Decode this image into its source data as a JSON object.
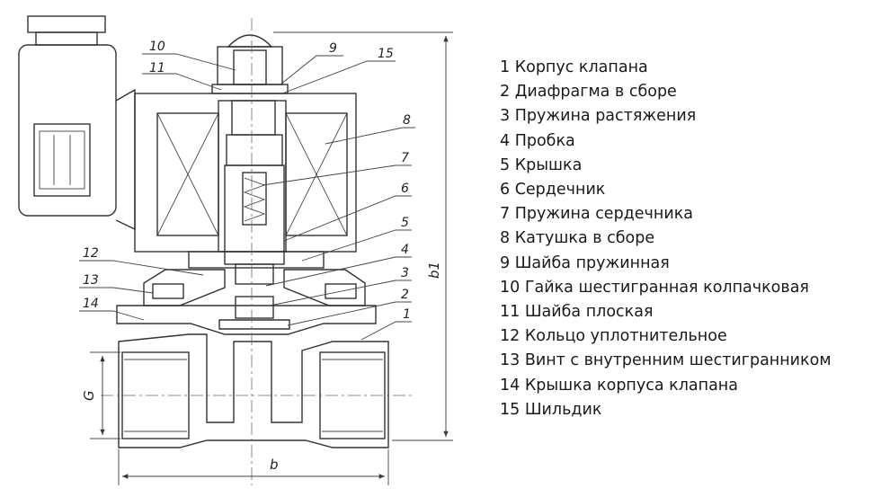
{
  "legend": [
    "1 Корпус клапана",
    "2 Диафрагма в сборе",
    "3 Пружина растяжения",
    "4 Пробка",
    "5 Крышка",
    "6 Сердечник",
    "7 Пружина сердечника",
    "8 Катушка в сборе",
    "9 Шайба пружинная",
    "10 Гайка шестигранная колпачковая",
    "11 Шайба плоская",
    "12 Кольцо уплотнительное",
    "13 Винт с внутренним шестигранником",
    "14 Крышка корпуса клапана",
    "15 Шильдик"
  ],
  "callouts": {
    "n1": "1",
    "n2": "2",
    "n3": "3",
    "n4": "4",
    "n5": "5",
    "n6": "6",
    "n7": "7",
    "n8": "8",
    "n9": "9",
    "n10": "10",
    "n11": "11",
    "n12": "12",
    "n13": "13",
    "n14": "14",
    "n15": "15"
  },
  "dimensions": {
    "G": "G",
    "b": "b",
    "b1": "b1"
  }
}
